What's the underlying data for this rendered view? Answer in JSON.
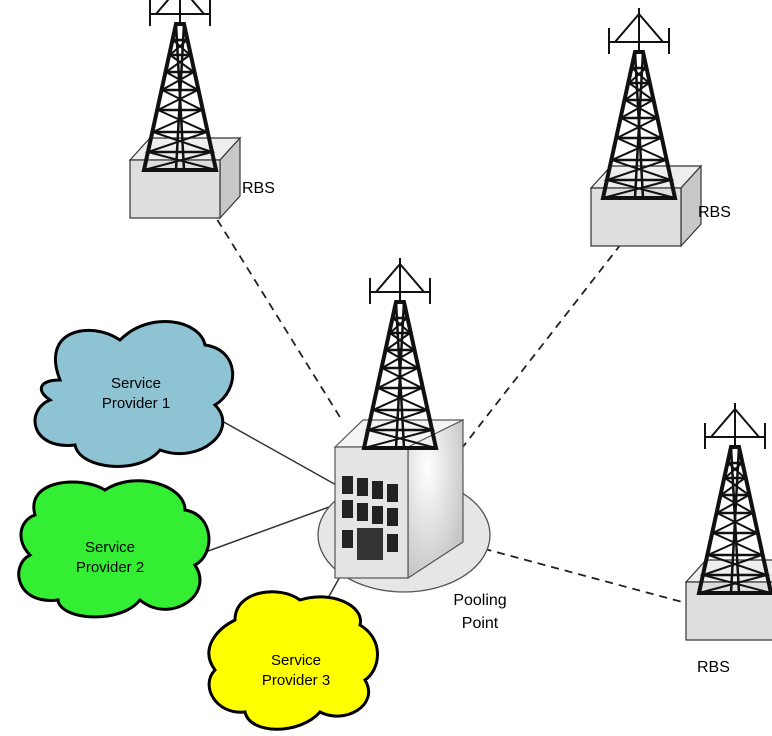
{
  "labels": {
    "rbs_top_left": "RBS",
    "rbs_top_right": "RBS",
    "rbs_bottom_right": "RBS",
    "pooling_point_line1": "Pooling",
    "pooling_point_line2": "Point"
  },
  "clouds": {
    "sp1": {
      "line1": "Service",
      "line2": "Provider 1",
      "color": "#8ec3d4"
    },
    "sp2": {
      "line1": "Service",
      "line2": "Provider 2",
      "color": "#33ee33"
    },
    "sp3": {
      "line1": "Service",
      "line2": "Provider 3",
      "color": "#ffff00"
    }
  },
  "colors": {
    "box_fill": "#dedede",
    "tower": "#111111",
    "ellipse": "#e6e6e6",
    "building": "#e9e9e9"
  }
}
